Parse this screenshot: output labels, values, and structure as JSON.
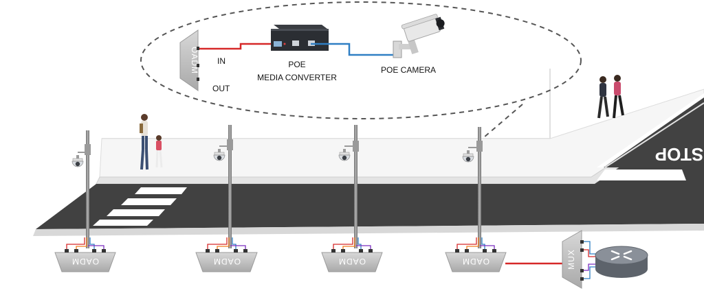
{
  "callout": {
    "in_label": "IN",
    "out_label": "OUT",
    "oadm_label": "OADM",
    "converter_line1": "POE",
    "converter_line2": "MEDIA CONVERTER",
    "camera_label": "POE CAMERA"
  },
  "road": {
    "stop_label": "STOP"
  },
  "nodes": [
    {
      "label": "OADM"
    },
    {
      "label": "OADM"
    },
    {
      "label": "OADM"
    },
    {
      "label": "OADM"
    }
  ],
  "mux_label": "MUX",
  "colors": {
    "road": "#3f3f3f",
    "curb": "#d9d9d9",
    "device": "#bdbdbd",
    "fiber_red": "#d62828",
    "fiber_blue": "#2f7fc4",
    "router": "#7a8088"
  }
}
